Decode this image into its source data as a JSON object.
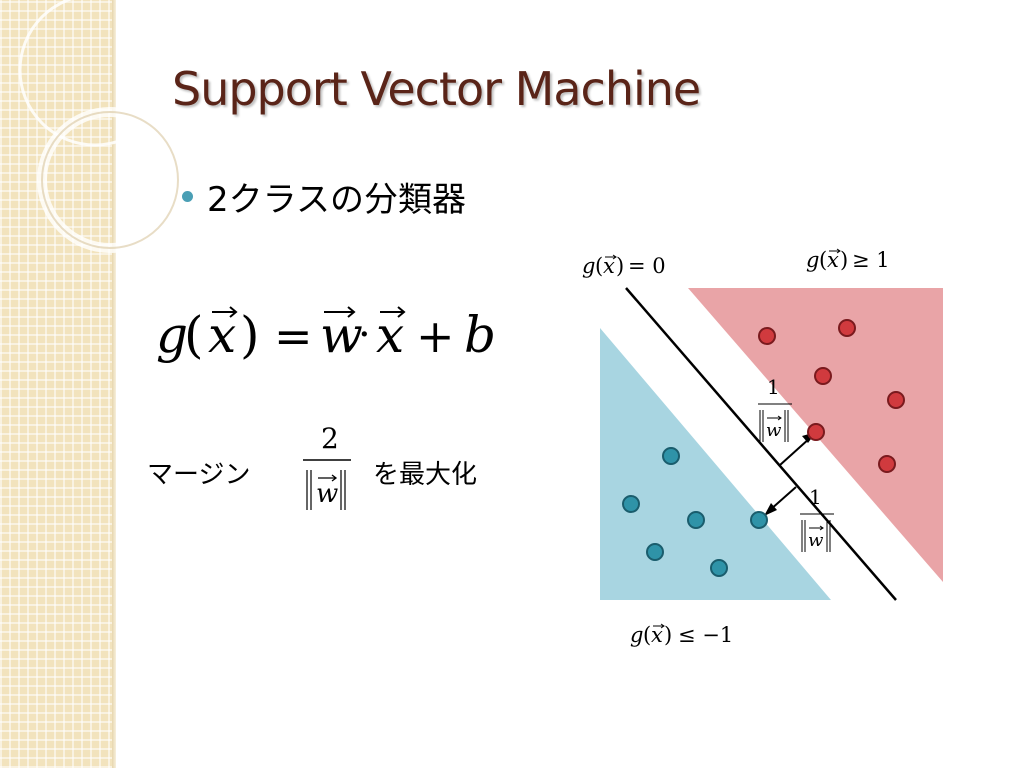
{
  "slide": {
    "title": "Support Vector Machine",
    "bullets": [
      {
        "text": "2クラスの分類器"
      }
    ]
  },
  "formula": {
    "lhs": "g",
    "arg": "x",
    "eq": "=",
    "w": "w",
    "dot": "·",
    "x": "x",
    "plus": "+",
    "b": "b"
  },
  "margin": {
    "prefix": "マージン",
    "numerator": "2",
    "denominator": "w",
    "suffix": "を最大化"
  },
  "diagram": {
    "label_boundary": {
      "fn": "g",
      "arg": "x",
      "rel": "= 0"
    },
    "label_positive": {
      "fn": "g",
      "arg": "x",
      "rel": "≥ 1"
    },
    "label_negative": {
      "fn": "g",
      "arg": "x",
      "rel": "≤ −1"
    },
    "dist_numerator": "1",
    "dist_denominator": "w",
    "colors": {
      "positive_region": "#e9a4a7",
      "negative_region": "#a8d5e1",
      "positive_point": "#d03a3e",
      "negative_point": "#2f93a8"
    }
  }
}
